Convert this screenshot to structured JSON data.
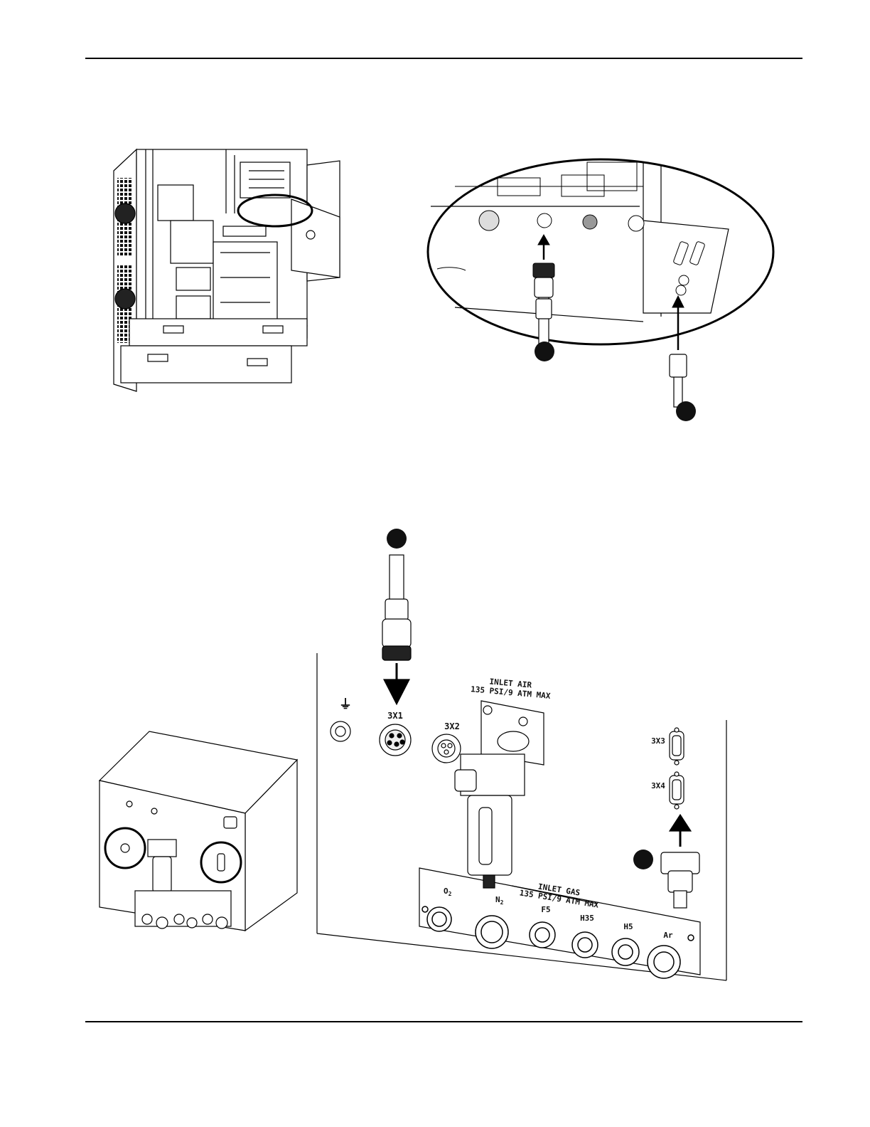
{
  "labels": {
    "ground_symbol": "⏚",
    "port_1": "3X1",
    "port_2": "3X2",
    "port_3": "3X3",
    "port_4": "3X4",
    "inlet_air_line1": "INLET AIR",
    "inlet_air_line2": "135 PSI/9 ATM MAX",
    "inlet_gas_line1": "INLET GAS",
    "inlet_gas_line2": "135 PSI/9 ATM MAX",
    "gas_o2": "O",
    "gas_o2_sub": "2",
    "gas_n2": "N",
    "gas_n2_sub": "2",
    "gas_f5": "F5",
    "gas_h35": "H35",
    "gas_h5": "H5",
    "gas_ar": "Ar"
  },
  "colors": {
    "line": "#000000",
    "fill": "#ffffff",
    "shade": "#d9d9d9",
    "dark": "#222222"
  }
}
